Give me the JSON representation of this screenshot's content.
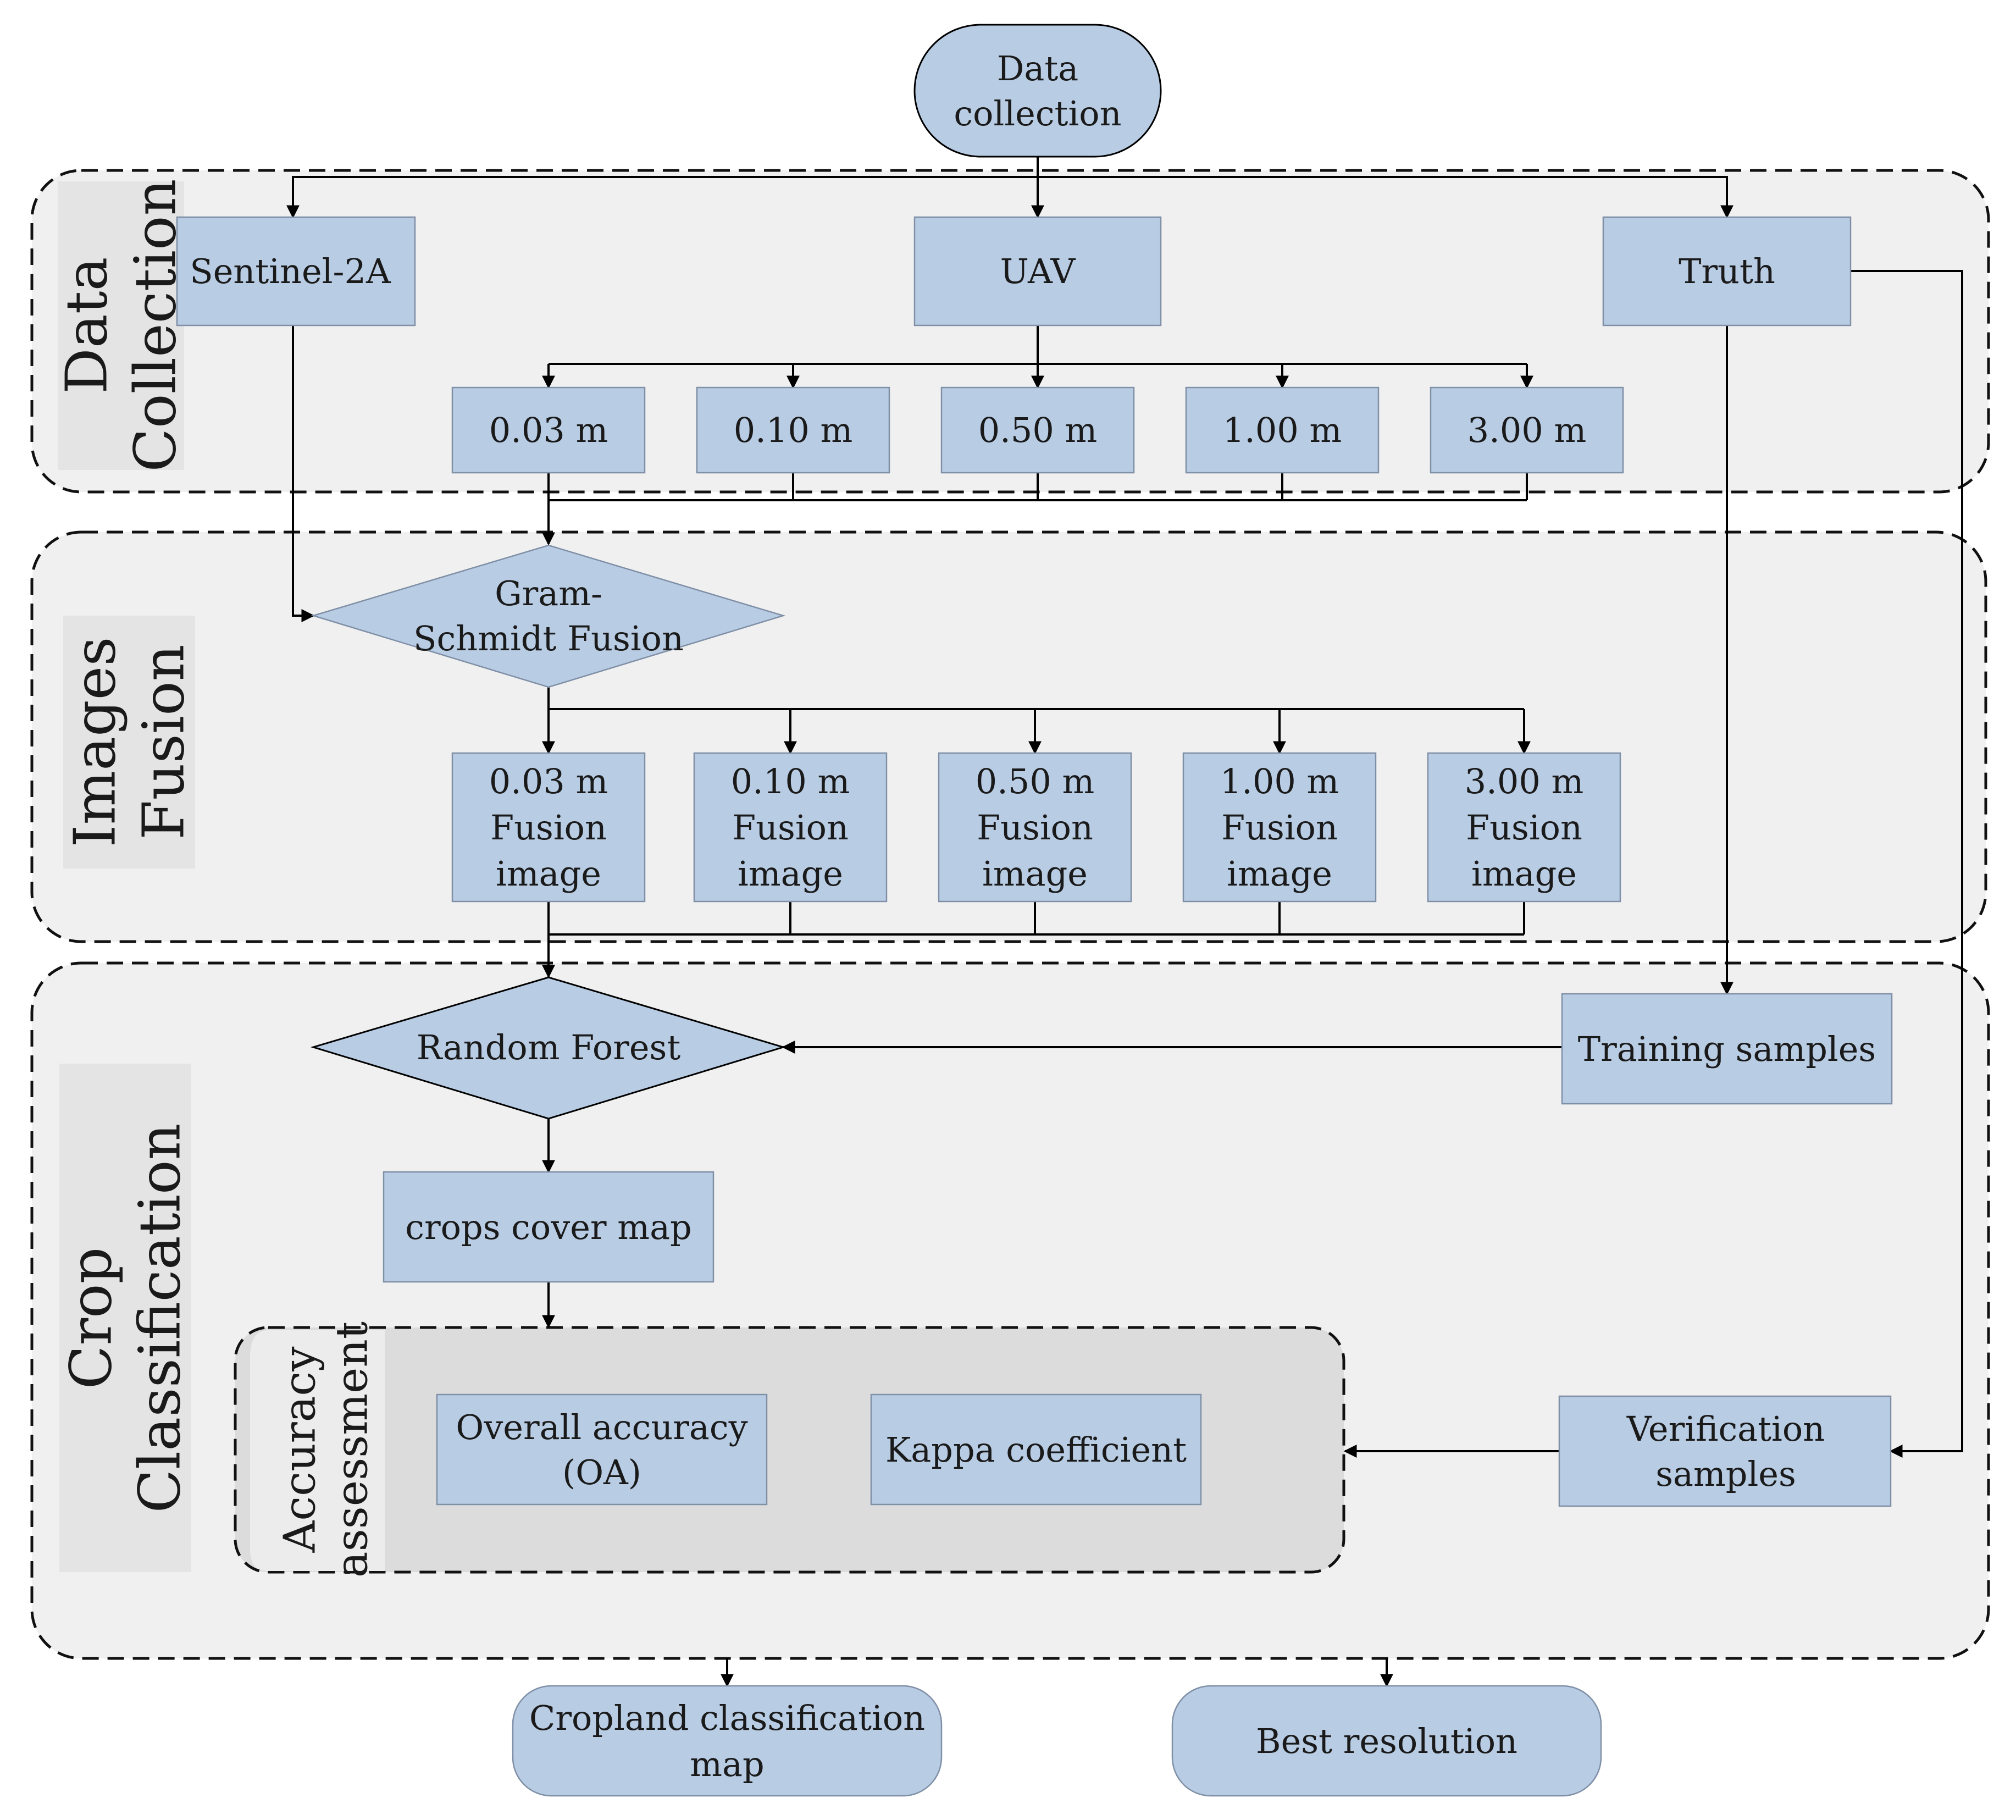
{
  "sections": {
    "data_collection": "Data\nCollection",
    "images_fusion": "Images\nFusion",
    "crop_classification": "Crop\nClassification",
    "accuracy_assessment": "Accuracy\nassessment"
  },
  "nodes": {
    "start": "Data\ncollection",
    "sentinel": "Sentinel-2A",
    "uav": "UAV",
    "truth": "Truth",
    "res": [
      "0.03 m",
      "0.10 m",
      "0.50 m",
      "1.00 m",
      "3.00 m"
    ],
    "gram_schmidt": "Gram-\nSchmidt Fusion",
    "fusion": [
      "0.03 m\nFusion\nimage",
      "0.10 m\nFusion\nimage",
      "0.50 m\nFusion\nimage",
      "1.00 m\nFusion\nimage",
      "3.00 m\nFusion\nimage"
    ],
    "random_forest": "Random Forest",
    "training_samples": "Training samples",
    "crops_cover_map": "crops  cover map",
    "overall_accuracy": "Overall accuracy\n(OA)",
    "kappa": "Kappa coefficient",
    "verification_samples": "Verification\nsamples",
    "cropland_map": "Cropland  classification\nmap",
    "best_resolution": "Best resolution"
  },
  "colors": {
    "box_fill": "#b8cce4",
    "panel_fill": "#f0f0f0",
    "inner_panel_fill": "#dcdcdc"
  }
}
